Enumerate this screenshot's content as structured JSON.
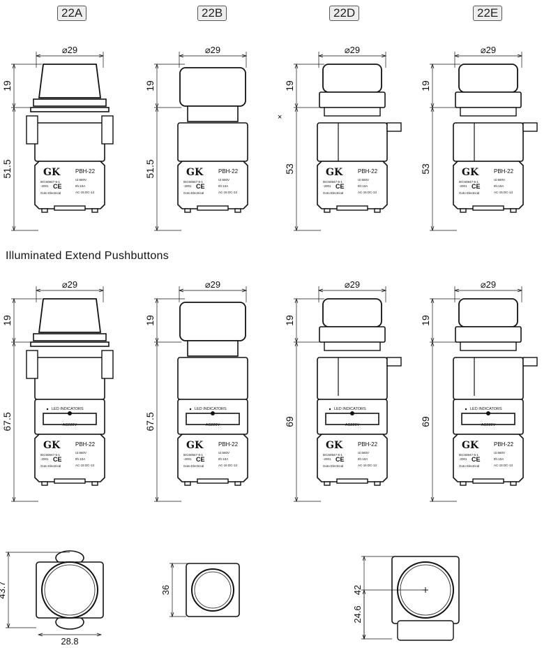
{
  "headers": [
    "22A",
    "22B",
    "22D",
    "22E"
  ],
  "section_title": "Illuminated Extend Pushbuttons",
  "cross_mark": "×",
  "diameter_label": "⌀29",
  "top_row": [
    {
      "model": "22A",
      "cap_height": "19",
      "body_height": "51.5"
    },
    {
      "model": "22B",
      "cap_height": "19",
      "body_height": "51.5"
    },
    {
      "model": "22D",
      "cap_height": "19",
      "body_height": "53"
    },
    {
      "model": "22E",
      "cap_height": "19",
      "body_height": "53"
    }
  ],
  "illuminated_row": [
    {
      "model": "22A",
      "cap_height": "19",
      "body_height": "67.5"
    },
    {
      "model": "22B",
      "cap_height": "19",
      "body_height": "67.5"
    },
    {
      "model": "22D",
      "cap_height": "19",
      "body_height": "69"
    },
    {
      "model": "22E",
      "cap_height": "19",
      "body_height": "69"
    }
  ],
  "nameplate": {
    "logo": "GK",
    "model": "PBH-22",
    "standard_1": "IEC60947-5-1",
    "standard_2": "-2001",
    "ce": "CE",
    "maker": "Goto Electrical",
    "ui": "Ui:660V",
    "ith": "Ith:10A",
    "category": "AC-15   DC-13"
  },
  "led_block": {
    "title": "LED INDICATORS",
    "voltage": "AC220V"
  },
  "bottom_views": [
    {
      "model": "22A",
      "height": "43.7",
      "width": "28.8"
    },
    {
      "model": "22B",
      "height": "36"
    },
    {
      "model": "22D",
      "height": "42",
      "sub_height": "24.6"
    }
  ],
  "colors": {
    "line": "#111111",
    "header_bg": "#eeeeee"
  }
}
